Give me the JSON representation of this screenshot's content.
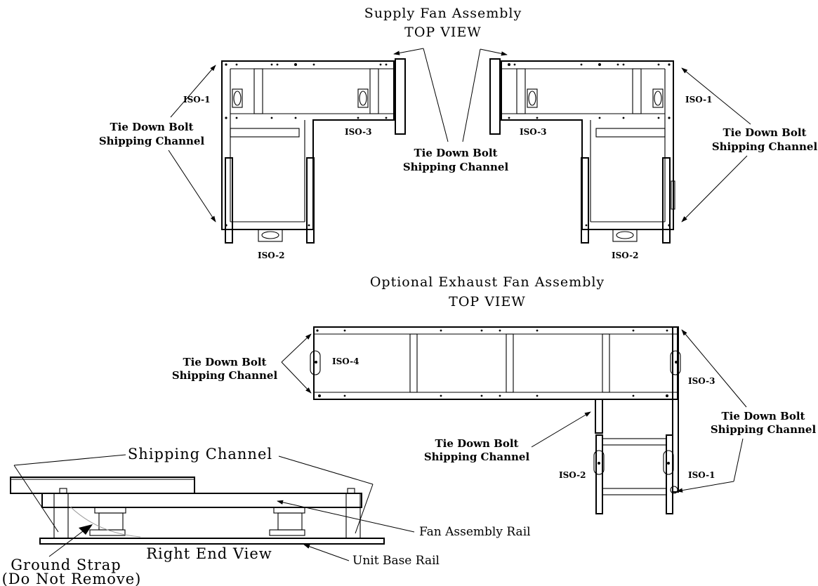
{
  "supply": {
    "title": "Supply Fan Assembly",
    "subtitle": "TOP VIEW",
    "left": {
      "tie_down_label": [
        "Tie Down Bolt",
        "Shipping Channel"
      ],
      "iso1": "ISO-1",
      "iso2": "ISO-2",
      "iso3": "ISO-3"
    },
    "center_tie_down_label": [
      "Tie Down Bolt",
      "Shipping Channel"
    ],
    "right": {
      "tie_down_label": [
        "Tie Down Bolt",
        "Shipping Channel"
      ],
      "iso1": "ISO-1",
      "iso2": "ISO-2",
      "iso3": "ISO-3"
    }
  },
  "exhaust": {
    "title": "Optional Exhaust Fan Assembly",
    "subtitle": "TOP VIEW",
    "left_tie_down_label": [
      "Tie Down Bolt",
      "Shipping Channel"
    ],
    "iso4": "ISO-4",
    "iso3": "ISO-3",
    "right_tie_down_label": [
      "Tie Down Bolt",
      "Shipping Channel"
    ],
    "mid_tie_down_label": [
      "Tie Down Bolt",
      "Shipping Channel"
    ],
    "iso2": "ISO-2",
    "iso1": "ISO-1"
  },
  "end_view": {
    "shipping_channel": "Shipping Channel",
    "fan_assembly_rail": "Fan Assembly Rail",
    "title": "Right End View",
    "unit_base_rail": "Unit Base Rail",
    "ground_strap": [
      "Ground Strap",
      "(Do Not Remove)"
    ]
  }
}
